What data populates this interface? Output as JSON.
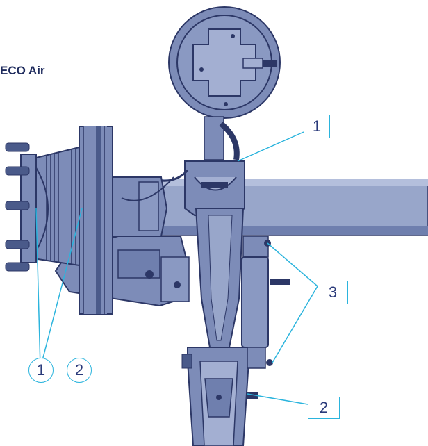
{
  "title": "ECO Air",
  "colors": {
    "part_fill": "#7d8cb8",
    "part_dark": "#4a5a8a",
    "part_light": "#a8b4d6",
    "outline": "#2c3766",
    "callout": "#2bb4dd",
    "label_text": "#2a3a7a"
  },
  "callouts": {
    "box_top": "1",
    "box_middle": "3",
    "box_bottom": "2",
    "circle_left": "1",
    "circle_right": "2"
  }
}
